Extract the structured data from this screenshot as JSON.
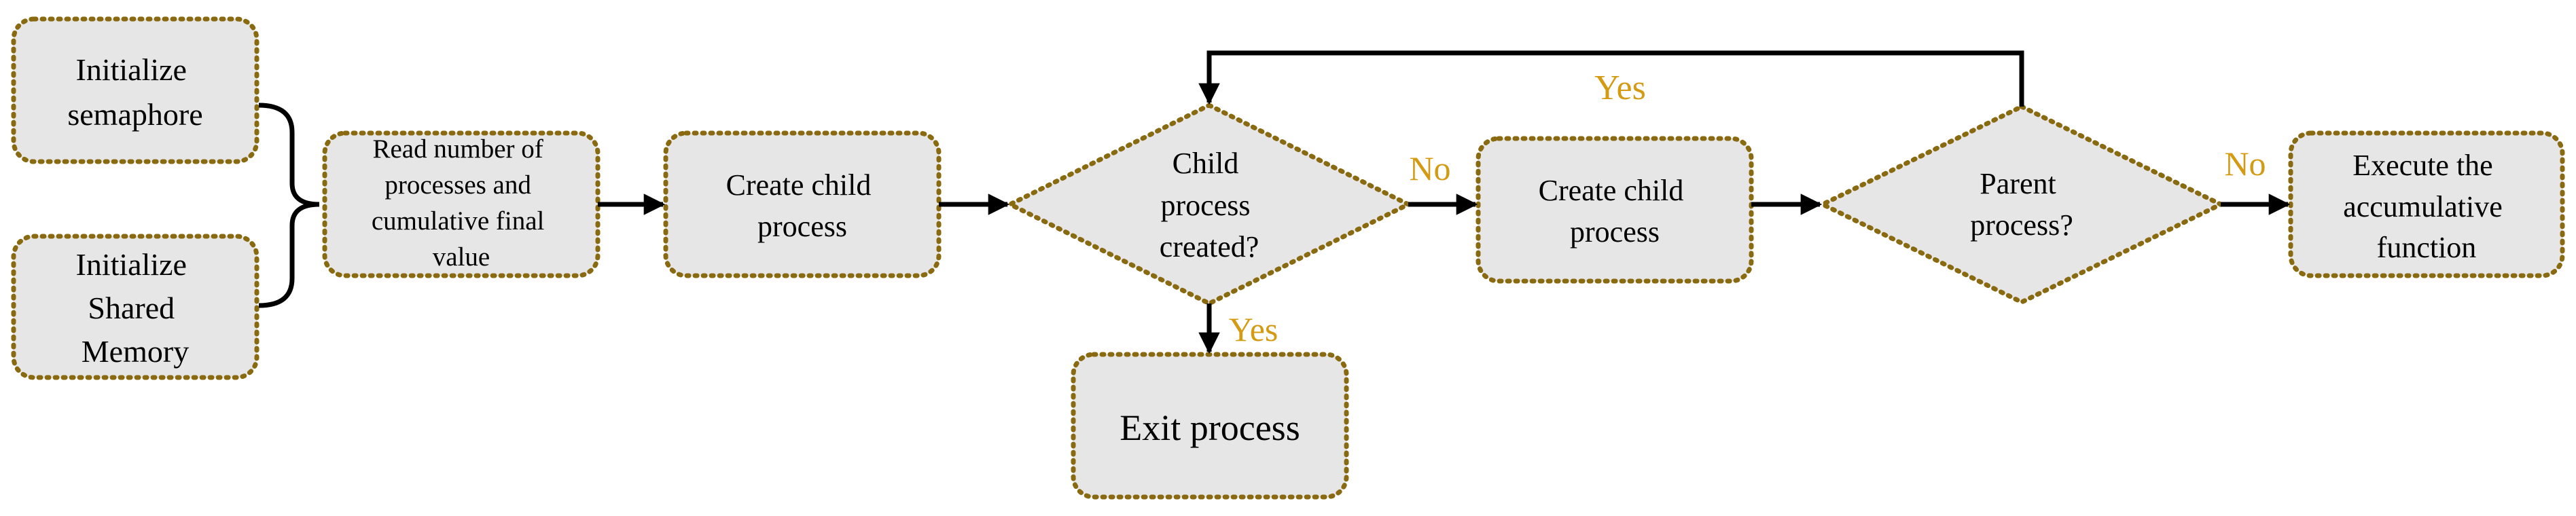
{
  "nodes": {
    "init_semaphore": [
      "Initialize",
      "semaphore"
    ],
    "init_shared_memory": [
      "Initialize",
      "Shared",
      "Memory"
    ],
    "read_input": [
      "Read number of",
      "processes and",
      "cumulative final",
      "value"
    ],
    "create_child_1": [
      "Create child",
      "process"
    ],
    "child_created": [
      "Child",
      "process",
      "created?"
    ],
    "exit_process": [
      "Exit process"
    ],
    "create_child_2": [
      "Create child",
      "process"
    ],
    "parent_process": [
      "Parent",
      "process?"
    ],
    "execute_function": [
      "Execute the",
      "accumulative",
      "function"
    ]
  },
  "edge_labels": {
    "no_1": "No",
    "yes_down": "Yes",
    "yes_loop": "Yes",
    "no_2": "No"
  },
  "colors": {
    "node_fill": "#e6e6e6",
    "node_border": "#8a6a10",
    "edge": "#000000",
    "edge_label": "#d39a12"
  }
}
